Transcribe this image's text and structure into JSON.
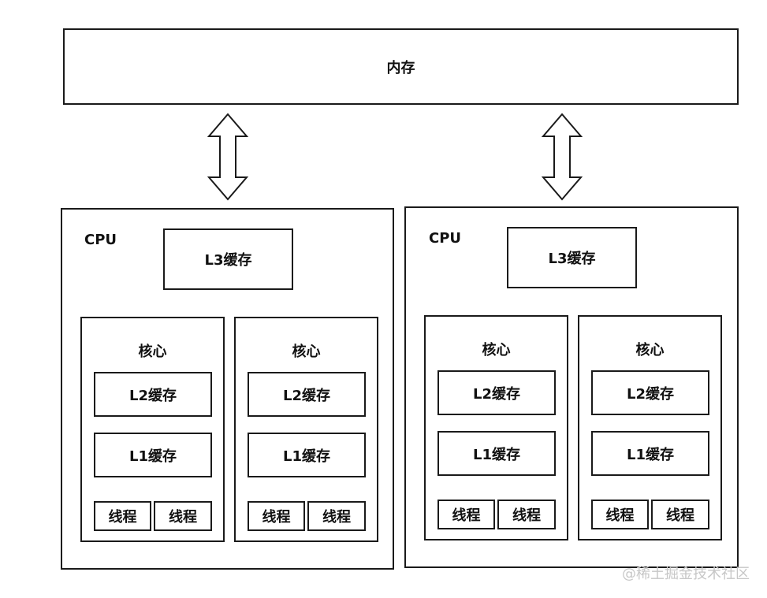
{
  "memory": {
    "label": "内存"
  },
  "cpus": [
    {
      "label": "CPU",
      "l3": "L3缓存",
      "cores": [
        {
          "label": "核心",
          "l2": "L2缓存",
          "l1": "L1缓存",
          "threads": [
            "线程",
            "线程"
          ]
        },
        {
          "label": "核心",
          "l2": "L2缓存",
          "l1": "L1缓存",
          "threads": [
            "线程",
            "线程"
          ]
        }
      ]
    },
    {
      "label": "CPU",
      "l3": "L3缓存",
      "cores": [
        {
          "label": "核心",
          "l2": "L2缓存",
          "l1": "L1缓存",
          "threads": [
            "线程",
            "线程"
          ]
        },
        {
          "label": "核心",
          "l2": "L2缓存",
          "l1": "L1缓存",
          "threads": [
            "线程",
            "线程"
          ]
        }
      ]
    }
  ],
  "watermark": "@稀土掘金技术社区"
}
